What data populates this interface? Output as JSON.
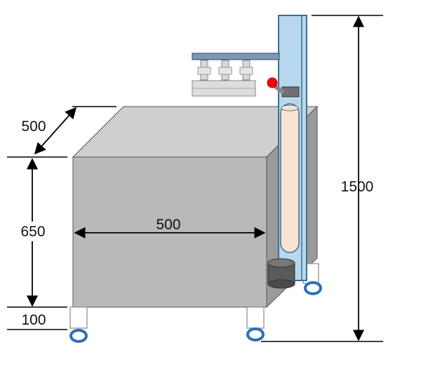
{
  "dimensions": {
    "depth": "500",
    "height_body": "650",
    "width": "500",
    "caster_height": "100",
    "total_height": "1500"
  },
  "colors": {
    "box_front": "#b9b9b9",
    "box_top": "#cfcfcf",
    "box_side": "#9a9a9a",
    "column": "#b7d8ec",
    "column_stroke": "#3f6f8f",
    "tube": "#fbe3d3",
    "knob": "#ff0000",
    "caster_ring": "#2f6fb3",
    "dimension_line": "#000000"
  },
  "icons": {
    "caster": "caster-wheel-icon",
    "knob": "red-knob-icon"
  }
}
